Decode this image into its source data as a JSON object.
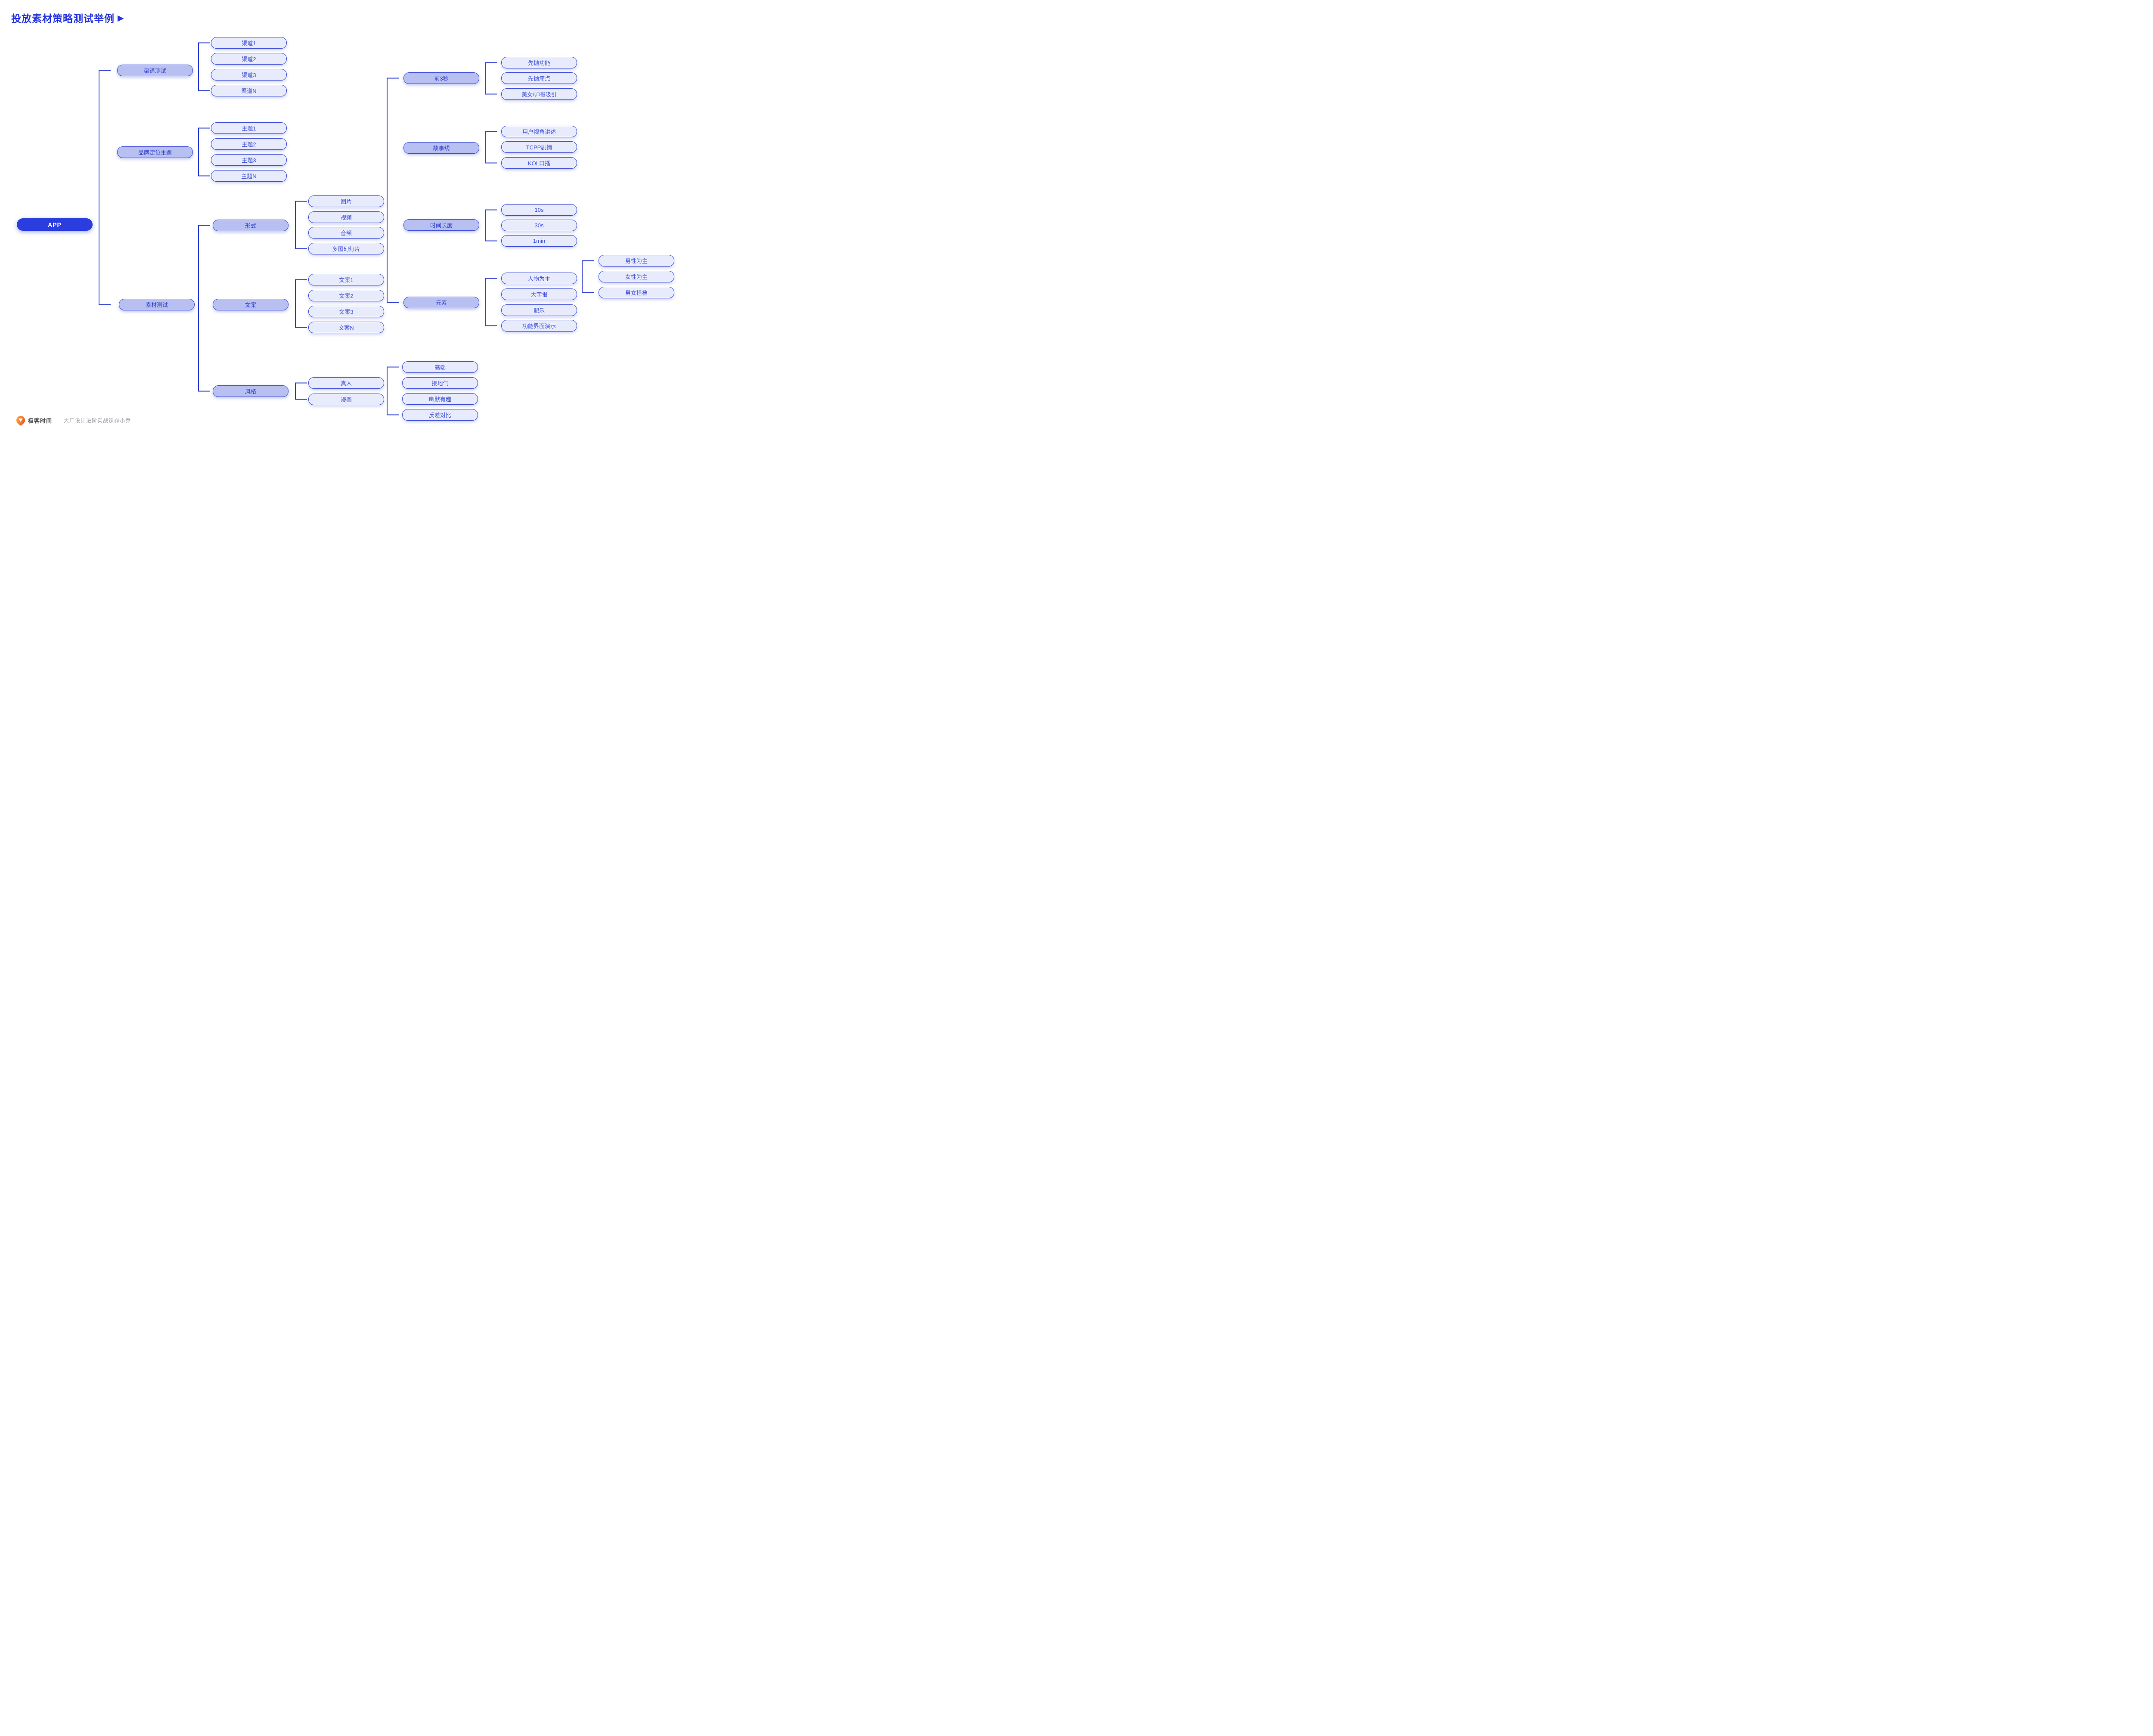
{
  "title": {
    "text": "投放素材策略测试举例",
    "arrow": "▶"
  },
  "colors": {
    "title": "#2634dd",
    "root_fill": "#2b3dde",
    "root_text": "#ffffff",
    "branch_fill": "#b7c0f1",
    "branch_text": "#2e3bc8",
    "leaf_fill": "#e8ebfb",
    "leaf_text": "#4152d8",
    "node_border": "#3a4bd7",
    "connector_line": "#2e3ed2",
    "logo_orange": "#f05a22"
  },
  "footer": {
    "brand": "极客时间",
    "divider": "｜",
    "course": "大厂设计进阶实战课@小乔"
  },
  "nodes": [
    {
      "id": "app",
      "label": "APP",
      "kind": "root"
    },
    {
      "id": "channel-test",
      "label": "渠道测试",
      "kind": "branch"
    },
    {
      "id": "brand-theme",
      "label": "品牌定位主题",
      "kind": "branch"
    },
    {
      "id": "material-test",
      "label": "素材测试",
      "kind": "branch"
    },
    {
      "id": "channel-1",
      "label": "渠道1",
      "kind": "leaf"
    },
    {
      "id": "channel-2",
      "label": "渠道2",
      "kind": "leaf"
    },
    {
      "id": "channel-3",
      "label": "渠道3",
      "kind": "leaf"
    },
    {
      "id": "channel-n",
      "label": "渠道N",
      "kind": "leaf"
    },
    {
      "id": "theme-1",
      "label": "主题1",
      "kind": "leaf"
    },
    {
      "id": "theme-2",
      "label": "主题2",
      "kind": "leaf"
    },
    {
      "id": "theme-3",
      "label": "主题3",
      "kind": "leaf"
    },
    {
      "id": "theme-n",
      "label": "主题N",
      "kind": "leaf"
    },
    {
      "id": "format",
      "label": "形式",
      "kind": "branch"
    },
    {
      "id": "copywriting",
      "label": "文案",
      "kind": "branch"
    },
    {
      "id": "style",
      "label": "风格",
      "kind": "branch"
    },
    {
      "id": "image",
      "label": "图片",
      "kind": "leaf"
    },
    {
      "id": "video",
      "label": "视频",
      "kind": "leaf"
    },
    {
      "id": "audio",
      "label": "音频",
      "kind": "leaf"
    },
    {
      "id": "slideshow",
      "label": "多图幻灯片",
      "kind": "leaf"
    },
    {
      "id": "copy-1",
      "label": "文案1",
      "kind": "leaf"
    },
    {
      "id": "copy-2",
      "label": "文案2",
      "kind": "leaf"
    },
    {
      "id": "copy-3",
      "label": "文案3",
      "kind": "leaf"
    },
    {
      "id": "copy-n",
      "label": "文案N",
      "kind": "leaf"
    },
    {
      "id": "real-person",
      "label": "真人",
      "kind": "leaf"
    },
    {
      "id": "comic",
      "label": "漫画",
      "kind": "leaf"
    },
    {
      "id": "premium",
      "label": "高端",
      "kind": "leaf"
    },
    {
      "id": "down-to-earth",
      "label": "接地气",
      "kind": "leaf"
    },
    {
      "id": "humorous",
      "label": "幽默有趣",
      "kind": "leaf"
    },
    {
      "id": "contrast",
      "label": "反差对比",
      "kind": "leaf"
    },
    {
      "id": "first-3s",
      "label": "前3秒",
      "kind": "branch"
    },
    {
      "id": "storyline",
      "label": "故事线",
      "kind": "branch"
    },
    {
      "id": "duration",
      "label": "时间长度",
      "kind": "branch"
    },
    {
      "id": "elements",
      "label": "元素",
      "kind": "branch"
    },
    {
      "id": "lead-function",
      "label": "先抛功能",
      "kind": "leaf"
    },
    {
      "id": "lead-painpoint",
      "label": "先抛痛点",
      "kind": "leaf"
    },
    {
      "id": "beauty-attraction",
      "label": "美女/帅哥吸引",
      "kind": "leaf"
    },
    {
      "id": "user-perspective",
      "label": "用户视角讲述",
      "kind": "leaf"
    },
    {
      "id": "tcpp-plot",
      "label": "TCPP剧情",
      "kind": "leaf"
    },
    {
      "id": "kol-speech",
      "label": "KOL口播",
      "kind": "leaf"
    },
    {
      "id": "dur-10s",
      "label": "10s",
      "kind": "leaf"
    },
    {
      "id": "dur-30s",
      "label": "30s",
      "kind": "leaf"
    },
    {
      "id": "dur-1min",
      "label": "1min",
      "kind": "leaf"
    },
    {
      "id": "people-focused",
      "label": "人物为主",
      "kind": "leaf"
    },
    {
      "id": "big-poster",
      "label": "大字报",
      "kind": "leaf"
    },
    {
      "id": "music",
      "label": "配乐",
      "kind": "leaf"
    },
    {
      "id": "ui-demo",
      "label": "功能界面演示",
      "kind": "leaf"
    },
    {
      "id": "male-led",
      "label": "男性为主",
      "kind": "leaf"
    },
    {
      "id": "female-led",
      "label": "女性为主",
      "kind": "leaf"
    },
    {
      "id": "male-female-duo",
      "label": "男女搭档",
      "kind": "leaf"
    }
  ],
  "links": [
    {
      "parents": [
        "app"
      ],
      "children": [
        "channel-test",
        "brand-theme",
        "material-test"
      ]
    },
    {
      "parents": [
        "channel-test"
      ],
      "children": [
        "channel-1",
        "channel-2",
        "channel-3",
        "channel-n"
      ]
    },
    {
      "parents": [
        "brand-theme"
      ],
      "children": [
        "theme-1",
        "theme-2",
        "theme-3",
        "theme-n"
      ]
    },
    {
      "parents": [
        "material-test"
      ],
      "children": [
        "format",
        "copywriting",
        "style"
      ]
    },
    {
      "parents": [
        "format"
      ],
      "children": [
        "image",
        "video",
        "audio",
        "slideshow"
      ]
    },
    {
      "parents": [
        "copywriting"
      ],
      "children": [
        "copy-1",
        "copy-2",
        "copy-3",
        "copy-n"
      ]
    },
    {
      "parents": [
        "style"
      ],
      "children": [
        "real-person",
        "comic"
      ]
    },
    {
      "parents": [
        "real-person",
        "comic"
      ],
      "children": [
        "premium",
        "down-to-earth",
        "humorous",
        "contrast"
      ]
    },
    {
      "parents": [
        "video"
      ],
      "children": [
        "first-3s",
        "storyline",
        "duration",
        "elements"
      ]
    },
    {
      "parents": [
        "first-3s"
      ],
      "children": [
        "lead-function",
        "lead-painpoint",
        "beauty-attraction"
      ]
    },
    {
      "parents": [
        "storyline"
      ],
      "children": [
        "user-perspective",
        "tcpp-plot",
        "kol-speech"
      ]
    },
    {
      "parents": [
        "duration"
      ],
      "children": [
        "dur-10s",
        "dur-30s",
        "dur-1min"
      ]
    },
    {
      "parents": [
        "elements"
      ],
      "children": [
        "people-focused",
        "big-poster",
        "music",
        "ui-demo"
      ]
    },
    {
      "parents": [
        "people-focused"
      ],
      "children": [
        "male-led",
        "female-led",
        "male-female-duo"
      ]
    }
  ]
}
